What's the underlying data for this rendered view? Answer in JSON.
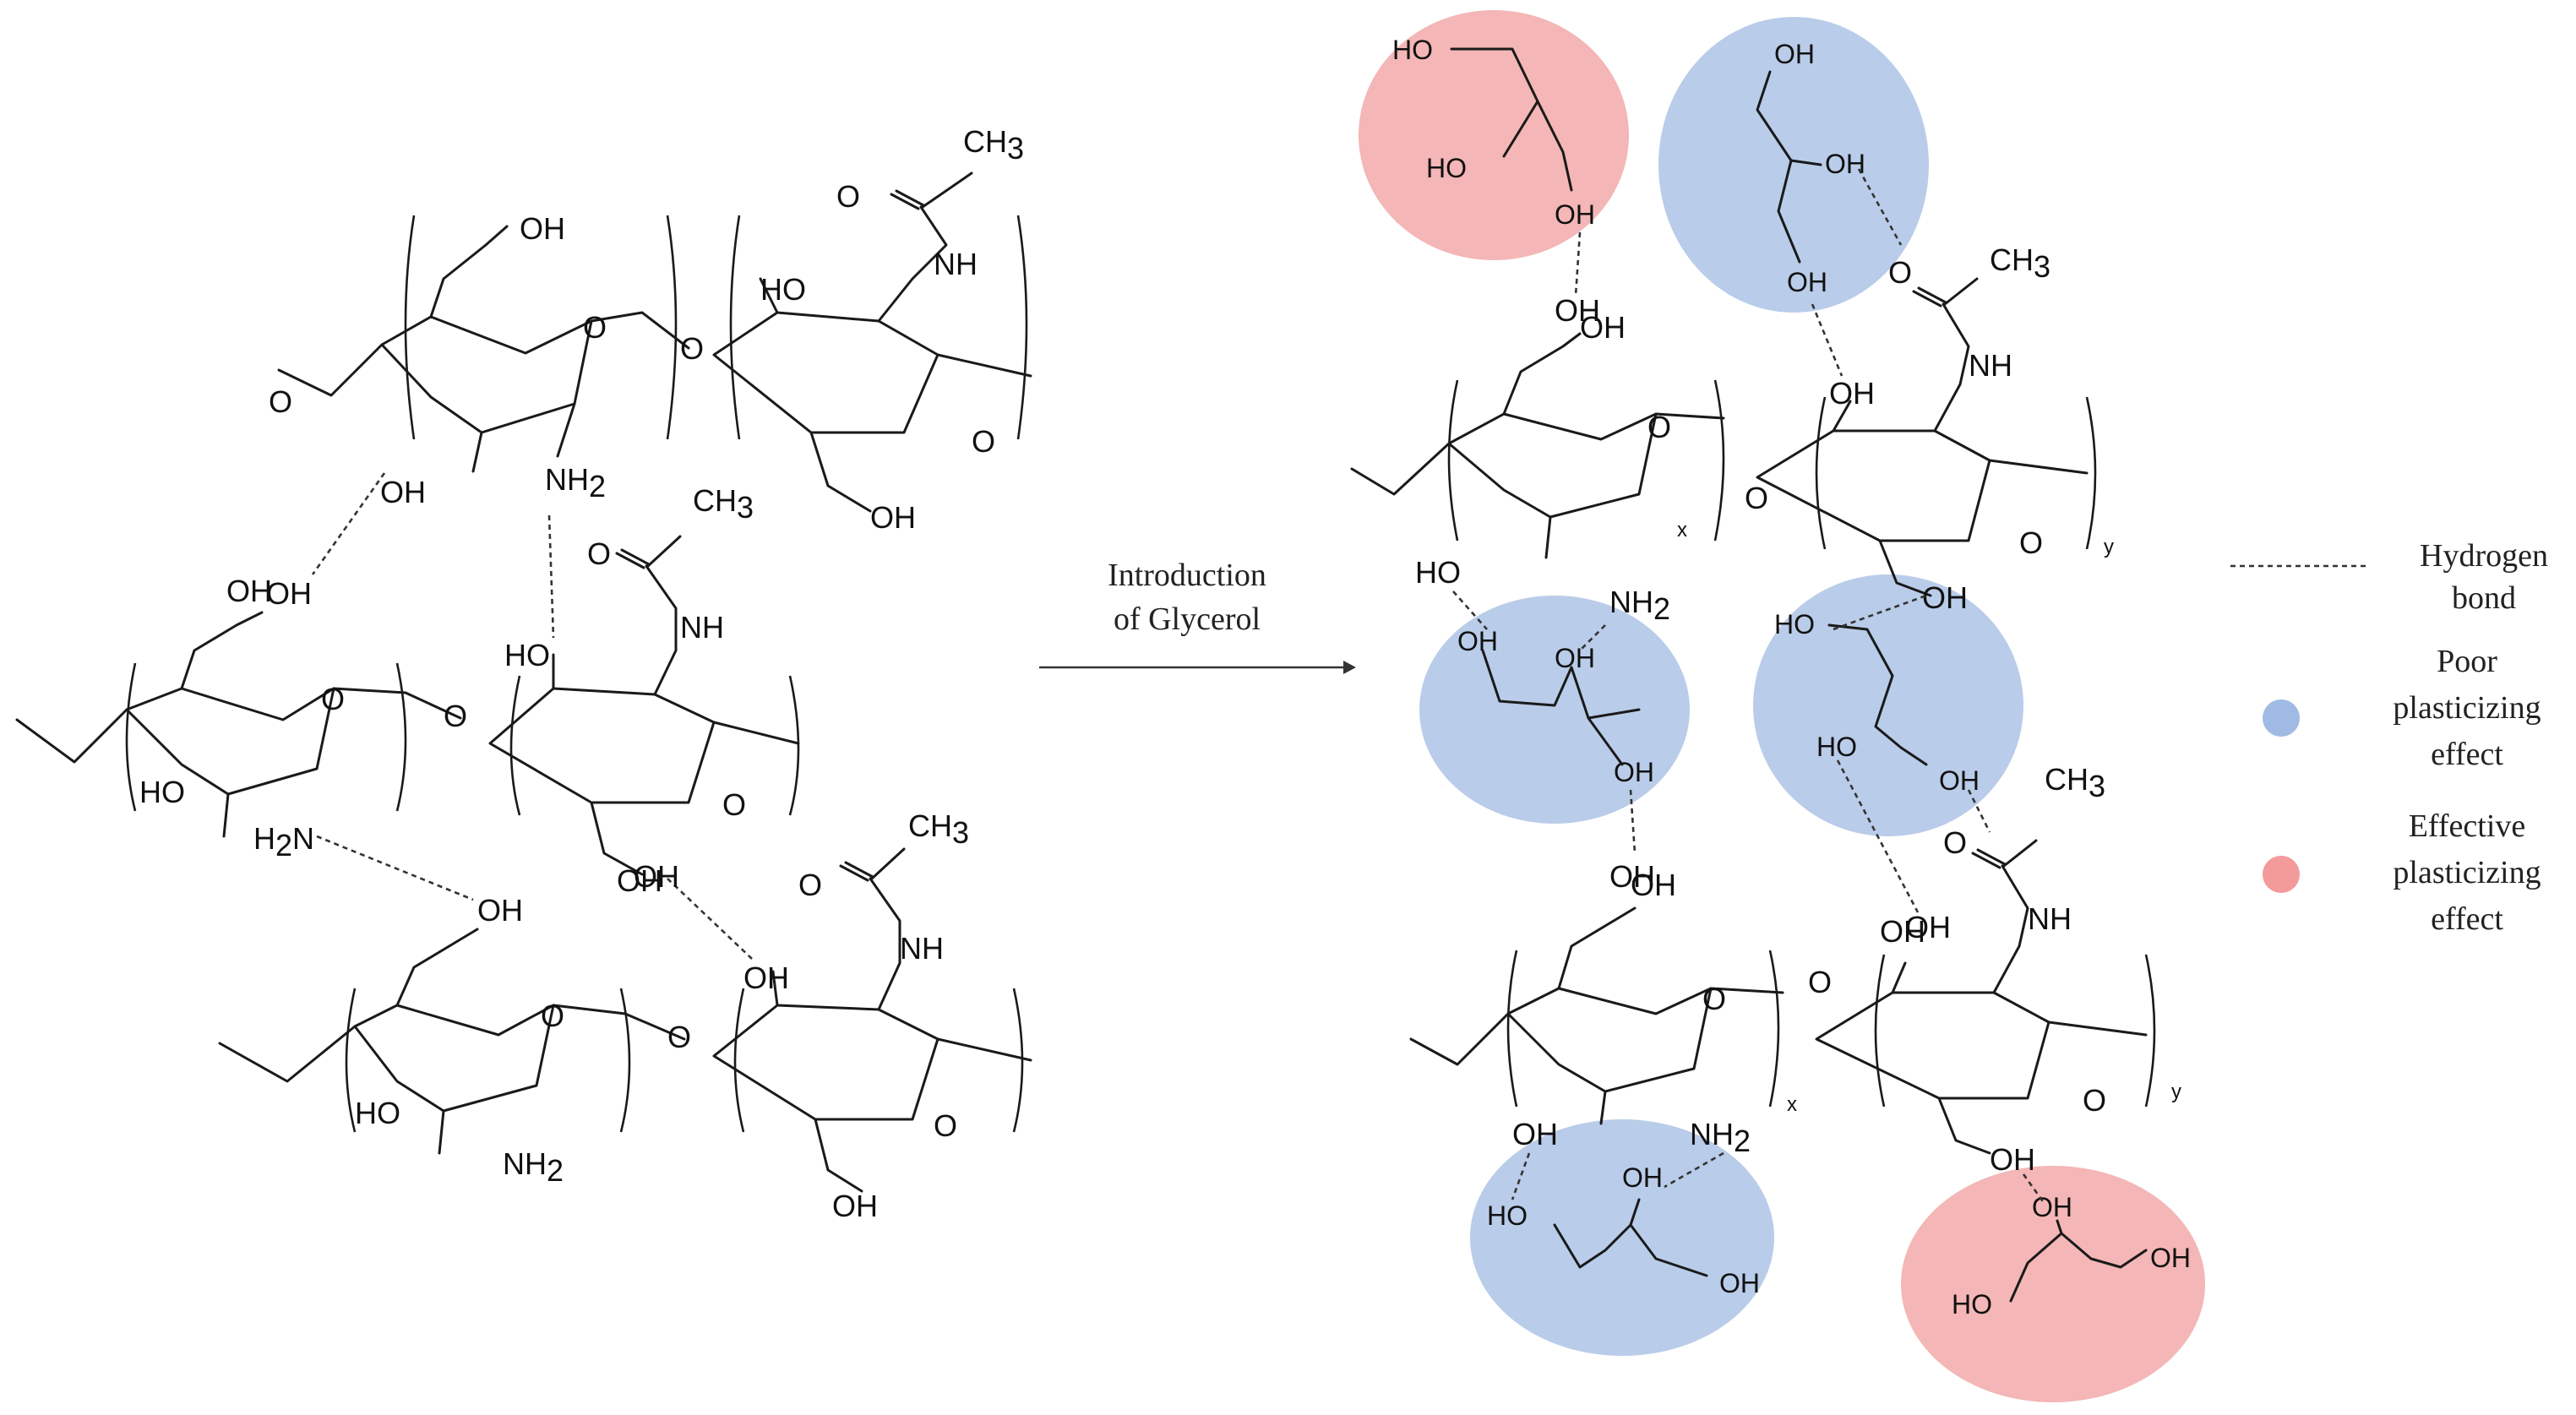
{
  "labels": {
    "oh": "OH",
    "ho": "HO",
    "nh": "NH",
    "nh2": "NH",
    "h2n": "H",
    "h2n_n": "N",
    "two": "2",
    "o": "O",
    "ch3": "CH",
    "three": "3",
    "x": "x",
    "y": "y"
  },
  "arrow": {
    "line1": "Introduction",
    "line2": "of Glycerol"
  },
  "legend": {
    "hbond_line1": "Hydrogen",
    "hbond_line2": "bond",
    "poor_line1": "Poor",
    "poor_line2": "plasticizing",
    "poor_line3": "effect",
    "effective_line1": "Effective",
    "effective_line2": "plasticizing",
    "effective_line3": "effect"
  },
  "colors": {
    "poor": "#b9cce9",
    "effective": "#f4b6b6",
    "poor_dot": "#9fbbe3",
    "effective_dot": "#f39a9a"
  }
}
